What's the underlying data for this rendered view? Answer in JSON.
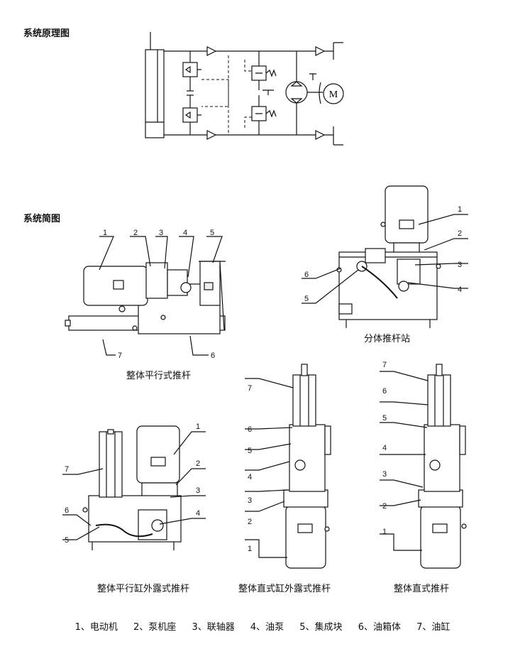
{
  "headings": {
    "principle": "系统原理图",
    "simplified": "系统简图"
  },
  "captions": {
    "split_station": "分体推杆站",
    "integral_parallel": "整体平行式推杆",
    "integral_parallel_exposed": "整体平行缸外露式推杆",
    "integral_straight_exposed": "整体直式缸外露式推杆",
    "integral_straight": "整体直式推杆"
  },
  "motor_symbol_label": "M",
  "part_numbers": [
    "1",
    "2",
    "3",
    "4",
    "5",
    "6",
    "7"
  ],
  "legend": [
    "1、电动机",
    "2、泵机座",
    "3、联轴器",
    "4、油泵",
    "5、集成块",
    "6、油箱体",
    "7、油缸"
  ]
}
